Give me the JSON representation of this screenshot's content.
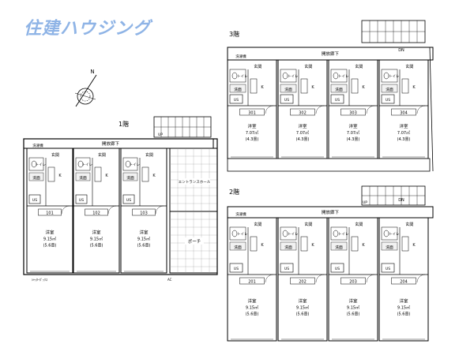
{
  "brand": {
    "logo_text": "住建ハウジング",
    "logo_color": "#8fb4e6"
  },
  "floors": [
    {
      "id": "f1",
      "label": "1階",
      "corridor_label": "開放廊下",
      "up_label": "UP",
      "extra": {
        "entrance_hall": "エントランスホール",
        "porch": "ポーチ",
        "bottom_left_note": "ｼｬｯﾀｰﾎﾞｯｸｽ",
        "bottom_right_note": "AC"
      },
      "units": [
        {
          "number": "101",
          "room_type": "洋室",
          "area": "9.15㎡",
          "tatami": "(5.6畳)"
        },
        {
          "number": "102",
          "room_type": "洋室",
          "area": "9.15㎡",
          "tatami": "(5.6畳)"
        },
        {
          "number": "103",
          "room_type": "洋室",
          "area": "9.15㎡",
          "tatami": "(5.6畳)"
        }
      ]
    },
    {
      "id": "f2",
      "label": "2階",
      "corridor_label": "開放廊下",
      "up_label": "UP",
      "dn_label": "DN",
      "units": [
        {
          "number": "201",
          "room_type": "洋室",
          "area": "9.15㎡",
          "tatami": "(5.6畳)"
        },
        {
          "number": "202",
          "room_type": "洋室",
          "area": "9.15㎡",
          "tatami": "(5.6畳)"
        },
        {
          "number": "203",
          "room_type": "洋室",
          "area": "9.15㎡",
          "tatami": "(5.6畳)"
        },
        {
          "number": "204",
          "room_type": "洋室",
          "area": "9.15㎡",
          "tatami": "(5.6畳)"
        }
      ]
    },
    {
      "id": "f3",
      "label": "3階",
      "corridor_label": "開放廊下",
      "dn_label": "DN",
      "units": [
        {
          "number": "301",
          "room_type": "洋室",
          "area": "7.07㎡",
          "tatami": "(4.3畳)"
        },
        {
          "number": "302",
          "room_type": "洋室",
          "area": "7.07㎡",
          "tatami": "(4.3畳)"
        },
        {
          "number": "303",
          "room_type": "洋室",
          "area": "7.07㎡",
          "tatami": "(4.3畳)"
        },
        {
          "number": "304",
          "room_type": "洋室",
          "area": "7.07㎡",
          "tatami": "(4.3畳)"
        }
      ]
    }
  ],
  "unit_labels": {
    "entrance": "玄関",
    "toilet": "トイレ",
    "washroom": "洗面",
    "kitchen": "K",
    "unit_bath": "US",
    "washer": "洗濯機"
  },
  "compass": {
    "north_label": "N",
    "icon": "compass-rose-icon"
  }
}
